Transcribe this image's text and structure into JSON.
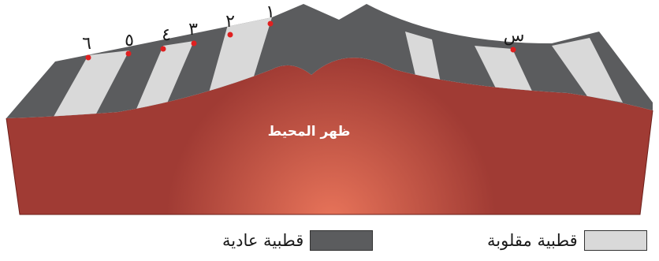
{
  "colors": {
    "normal_polarity": "#5b5c5e",
    "reversed_polarity": "#d9d9d9",
    "ocean_floor": "#a03b34",
    "ocean_floor_glow": "#e8745a",
    "marker": "#e02020"
  },
  "diagram": {
    "ridge_label": "ظهر المحيط",
    "point_labels": [
      "١",
      "٢",
      "٣",
      "٤",
      "٥",
      "٦"
    ],
    "point_s_label": "س"
  },
  "legend": {
    "reversed": {
      "label": "قطبية مقلوبة",
      "icon": "light-gray-swatch"
    },
    "normal": {
      "label": "قطبية عادية",
      "icon": "dark-gray-swatch"
    }
  }
}
